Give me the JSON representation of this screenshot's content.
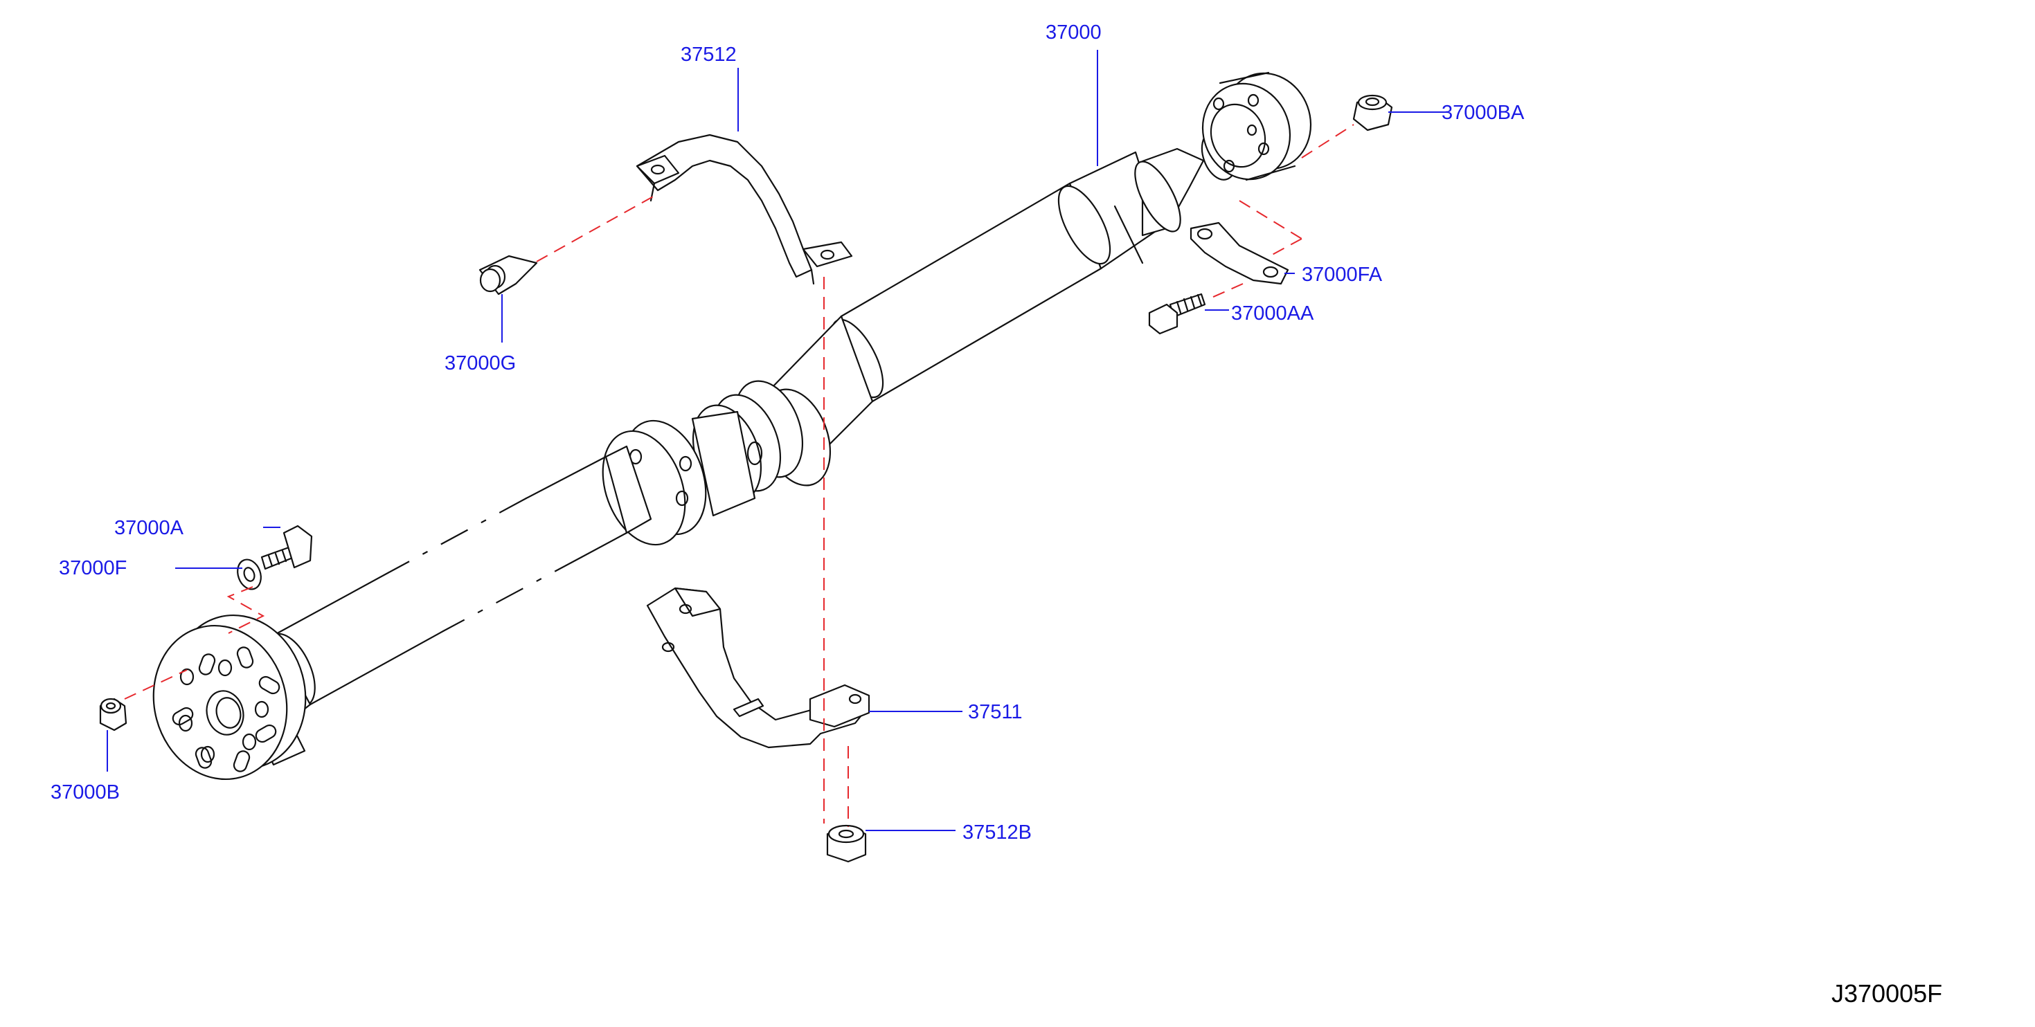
{
  "diagram": {
    "code": "J370005F",
    "labels": {
      "p37000": "37000",
      "p37512": "37512",
      "p37000BA": "37000BA",
      "p37000FA": "37000FA",
      "p37000AA": "37000AA",
      "p37000G": "37000G",
      "p37000A": "37000A",
      "p37000F": "37000F",
      "p37000B": "37000B",
      "p37511": "37511",
      "p37512B": "37512B"
    },
    "colors": {
      "label": "#1a1ae6",
      "centerline": "#e6282d",
      "outline": "#111111"
    }
  }
}
